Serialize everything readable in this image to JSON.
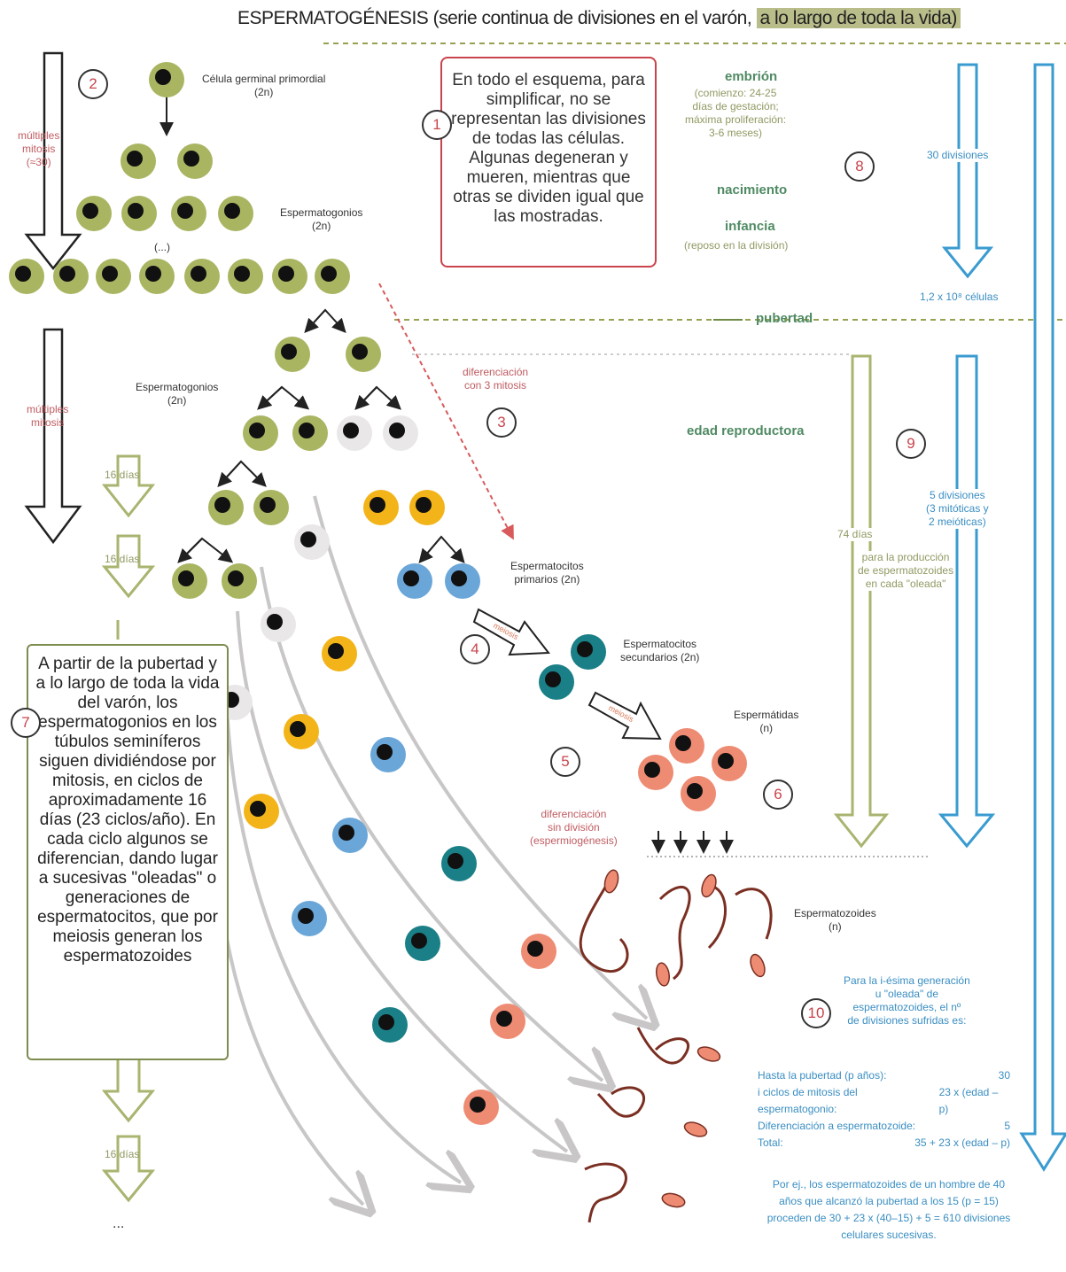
{
  "title": {
    "main": "ESPERMATOGÉNESIS (serie continua de divisiones en el varón,",
    "highlight": "a lo largo de toda la vida)"
  },
  "box1": "En todo el esquema, para simplificar, no se representan las divisiones de todas las células. Algunas degeneran y mueren, mientras que otras se dividen igual que las mostradas.",
  "box7": "A partir de la pubertad y a lo largo de toda la vida del varón, los espermatogonios en los túbulos seminíferos siguen dividiéndose por mitosis, en ciclos de aproximadamente 16 días (23 ciclos/año). En cada ciclo algunos se diferencian, dando lugar a sucesivas \"oleadas\" o generaciones de espermatocitos, que por meiosis generan los espermatozoides",
  "labels": {
    "celula_germinal": "Célula germinal primordial",
    "two_n": "(2n)",
    "espermatogonios": "Espermatogonios",
    "ellipsis_cells": "(...)",
    "multiples_mitosis_1": [
      "múltiples",
      "mitosis",
      "(≈30)"
    ],
    "multiples_mitosis_2": [
      "múltiples",
      "mitosis"
    ],
    "dias16": "16 días",
    "diferenciacion_3": [
      "diferenciación",
      "con 3 mitosis"
    ],
    "primarios": [
      "Espermatocitos",
      "primarios (2n)"
    ],
    "secundarios": [
      "Espermatocitos",
      "secundarios (2n)"
    ],
    "espermatidas": [
      "Espermátidas",
      "(n)"
    ],
    "diferenciacion_sin": [
      "diferenciación",
      "sin división",
      "(espermiogénesis)"
    ],
    "espermatozoides": [
      "Espermatozoides",
      "(n)"
    ],
    "meiosis": "meiosis",
    "dots": "..."
  },
  "stages": {
    "embrion": "embrión",
    "embrion_detail": [
      "(comienzo: 24-25",
      "días de gestación;",
      "máxima proliferación:",
      "3-6 meses)"
    ],
    "nacimiento": "nacimiento",
    "infancia": "infancia",
    "infancia_detail": "(reposo en la división)",
    "pubertad": "pubertad",
    "edad_reproductora": "edad reproductora"
  },
  "right": {
    "treinta_div": "30 divisiones",
    "cells": "1,2 x 10⁸ células",
    "cinco_div": [
      "5 divisiones",
      "(3 mitóticas y",
      "2 meióticas)"
    ],
    "dias74": "74 días",
    "para": [
      "para la producción",
      "de espermatozoides",
      "en cada \"oleada\""
    ]
  },
  "formula": {
    "intro": [
      "Para la i-ésima generación",
      "u \"oleada\" de",
      "espermatozoides, el nº",
      "de divisiones sufridas es:"
    ],
    "rows": [
      {
        "label": "Hasta la pubertad (p años):",
        "value": "30"
      },
      {
        "label": "i ciclos de mitosis del espermatogonio:",
        "value": "23 x (edad – p)"
      },
      {
        "label": "Diferenciación a espermatozoide:",
        "value": "5"
      },
      {
        "label": "Total:",
        "value": "35 + 23 x (edad – p)"
      }
    ],
    "note": "Por ej., los espermatozoides de un hombre de 40 años que alcanzó la pubertad a los 15 (p = 15) proceden de 30 + 23 x (40–15) + 5 = 610 divisiones celulares sucesivas."
  },
  "numbers": [
    "1",
    "2",
    "3",
    "4",
    "5",
    "6",
    "7",
    "8",
    "9",
    "10"
  ],
  "colors": {
    "olive": "#a9b561",
    "yellow": "#f2b418",
    "blue": "#6aa6d8",
    "teal": "#1a7f86",
    "salmon": "#ee8b73",
    "red": "#c9444c",
    "cyan": "#3a9bd0"
  }
}
